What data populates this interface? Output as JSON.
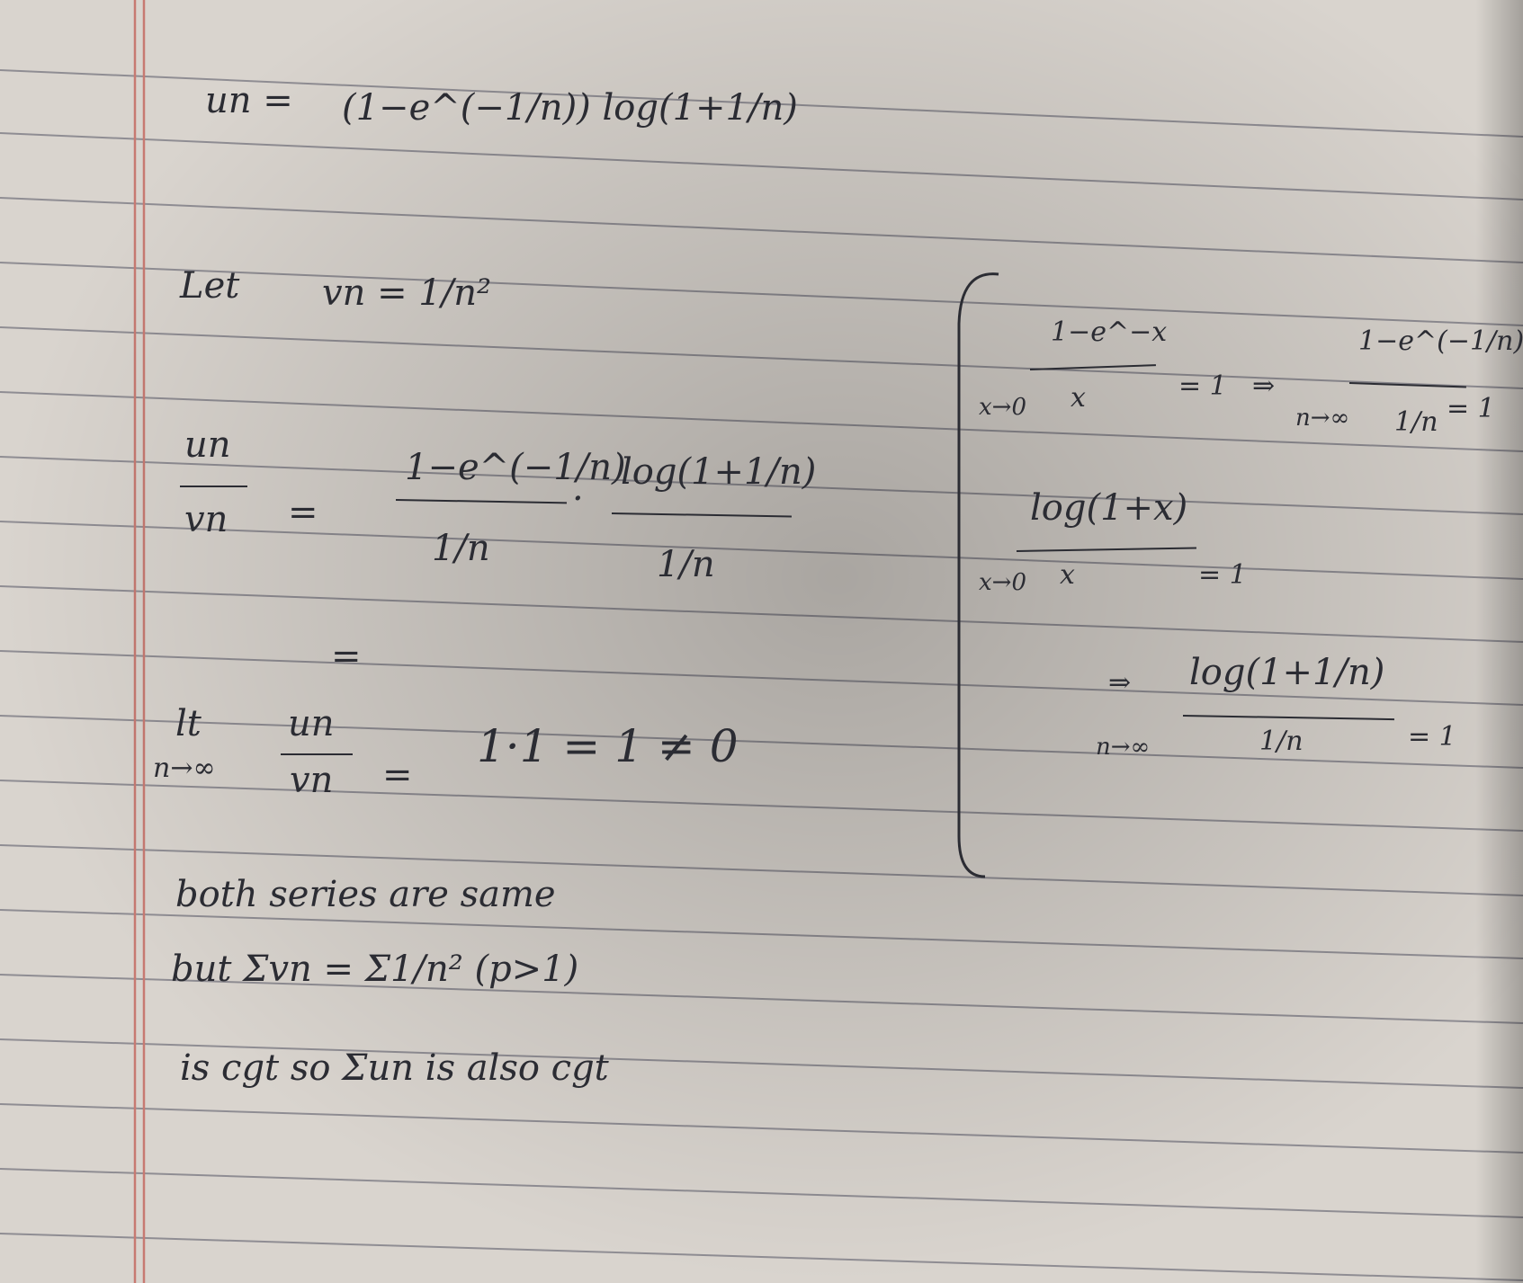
{
  "notebook": {
    "paper_color": "#d9d4ce",
    "rule_color": "#8f8d93",
    "margin_color": "#c77a72",
    "ink_color": "#2b2c33"
  },
  "work": {
    "line1": {
      "lhs": "un =",
      "rhs": "(1−e^(−1/n)) log(1+1/n)"
    },
    "line2": {
      "prefix": "Let",
      "text": "vn = 1/n²"
    },
    "line3": {
      "num": "un",
      "den": "vn",
      "eq": "=",
      "frac1_num": "1−e^(−1/n)",
      "frac1_den": "1/n",
      "frac2_num": "log(1+1/n)",
      "frac2_den": "1/n",
      "dot": "·",
      "eq2": "="
    },
    "line4": {
      "lt": "lt",
      "limit": "n→∞",
      "num": "un",
      "den": "vn",
      "eq": "=",
      "result": "1·1 = 1 ≠ 0"
    },
    "line5": "both series are same",
    "line6": "but Σvn = Σ1/n² (p>1)",
    "line7": "is cgt so Σun is also cgt"
  },
  "side_box": {
    "lim1": {
      "num": "1−e^−x",
      "den": "x",
      "limit": "x→0",
      "eq": "= 1",
      "arrow": "⇒"
    },
    "lim2": {
      "num": "1−e^(−1/n)",
      "den": "1/n",
      "limit": "n→∞",
      "eq": "= 1"
    },
    "lim3": {
      "num": "log(1+x)",
      "den": "x",
      "limit": "x→0",
      "eq": "= 1"
    },
    "lim4": {
      "arrow": "⇒",
      "num": "log(1+1/n)",
      "den": "1/n",
      "limit": "n→∞",
      "eq": "= 1"
    }
  }
}
